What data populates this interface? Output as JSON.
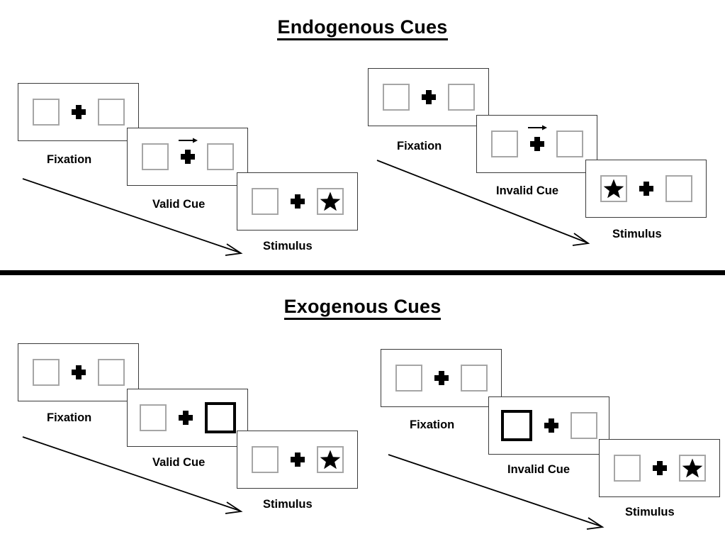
{
  "sections": [
    {
      "id": "endogenous",
      "title": "Endogenous Cues",
      "groups": [
        {
          "id": "endogenous-valid",
          "cue_label": "Valid Cue",
          "panels": [
            {
              "label": "Fixation",
              "left_box": "empty",
              "right_box": "empty",
              "cue": "none"
            },
            {
              "label": "Valid Cue",
              "left_box": "empty",
              "right_box": "empty",
              "cue": "arrow-right"
            },
            {
              "label": "Stimulus",
              "left_box": "empty",
              "right_box": "star",
              "cue": "none"
            }
          ]
        },
        {
          "id": "endogenous-invalid",
          "cue_label": "Invalid Cue",
          "panels": [
            {
              "label": "Fixation",
              "left_box": "empty",
              "right_box": "empty",
              "cue": "none"
            },
            {
              "label": "Invalid Cue",
              "left_box": "empty",
              "right_box": "empty",
              "cue": "arrow-right"
            },
            {
              "label": "Stimulus",
              "left_box": "star",
              "right_box": "empty",
              "cue": "none"
            }
          ]
        }
      ]
    },
    {
      "id": "exogenous",
      "title": "Exogenous Cues",
      "groups": [
        {
          "id": "exogenous-valid",
          "cue_label": "Valid Cue",
          "panels": [
            {
              "label": "Fixation",
              "left_box": "empty",
              "right_box": "empty",
              "cue": "none"
            },
            {
              "label": "Valid Cue",
              "left_box": "empty",
              "right_box": "highlight",
              "cue": "none"
            },
            {
              "label": "Stimulus",
              "left_box": "empty",
              "right_box": "star",
              "cue": "none"
            }
          ]
        },
        {
          "id": "exogenous-invalid",
          "cue_label": "Invalid Cue",
          "panels": [
            {
              "label": "Fixation",
              "left_box": "empty",
              "right_box": "empty",
              "cue": "none"
            },
            {
              "label": "Invalid Cue",
              "left_box": "highlight",
              "right_box": "empty",
              "cue": "none"
            },
            {
              "label": "Stimulus",
              "left_box": "empty",
              "right_box": "star",
              "cue": "none"
            }
          ]
        }
      ]
    }
  ],
  "labels": {
    "fixation": "Fixation",
    "valid_cue": "Valid Cue",
    "invalid_cue": "Invalid Cue",
    "stimulus": "Stimulus"
  },
  "icons": {
    "star": "star-icon",
    "plus": "fixation-cross-icon",
    "arrow": "arrow-right-icon",
    "time_arrow": "time-progression-arrow-icon"
  },
  "colors": {
    "ink": "#000000",
    "panel_border": "#3a3a3a",
    "box_border": "#a6a6a6",
    "cued_box_border": "#000000",
    "background": "#ffffff"
  }
}
